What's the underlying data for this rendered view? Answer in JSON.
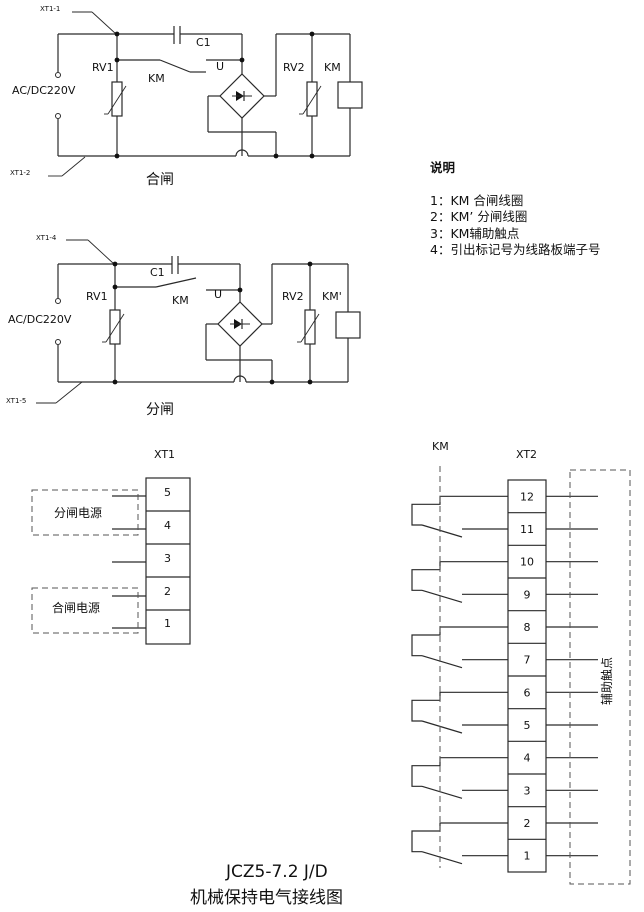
{
  "circuit_close": {
    "xt_top": "XT1-1",
    "xt_bottom": "XT1-2",
    "supply": "AC/DC220V",
    "c1": "C1",
    "rv1": "RV1",
    "km": "KM",
    "u": "U",
    "rv2": "RV2",
    "coil": "KM",
    "caption": "合闸"
  },
  "circuit_open": {
    "xt_top": "XT1-4",
    "xt_bottom": "XT1-5",
    "supply": "AC/DC220V",
    "c1": "C1",
    "rv1": "RV1",
    "km": "KM",
    "u": "U",
    "rv2": "RV2",
    "coil": "KM'",
    "caption": "分闸"
  },
  "legend": {
    "title": "说明",
    "items": [
      "1：KM 合闸线圈",
      "2：KM’ 分闸线圈",
      "3：KM辅助触点",
      "4：引出标记号为线路板端子号"
    ]
  },
  "xt1": {
    "title": "XT1",
    "terminals": [
      "5",
      "4",
      "3",
      "2",
      "1"
    ],
    "group_open": "分闸电源",
    "group_close": "合闸电源"
  },
  "xt2": {
    "title": "XT2",
    "km_label": "KM",
    "terminals": [
      "12",
      "11",
      "10",
      "9",
      "8",
      "7",
      "6",
      "5",
      "4",
      "3",
      "2",
      "1"
    ],
    "aux_label": "辅助触点"
  },
  "footer": {
    "model": "JCZ5-7.2 J/D",
    "subtitle": "机械保持电气接线图"
  }
}
